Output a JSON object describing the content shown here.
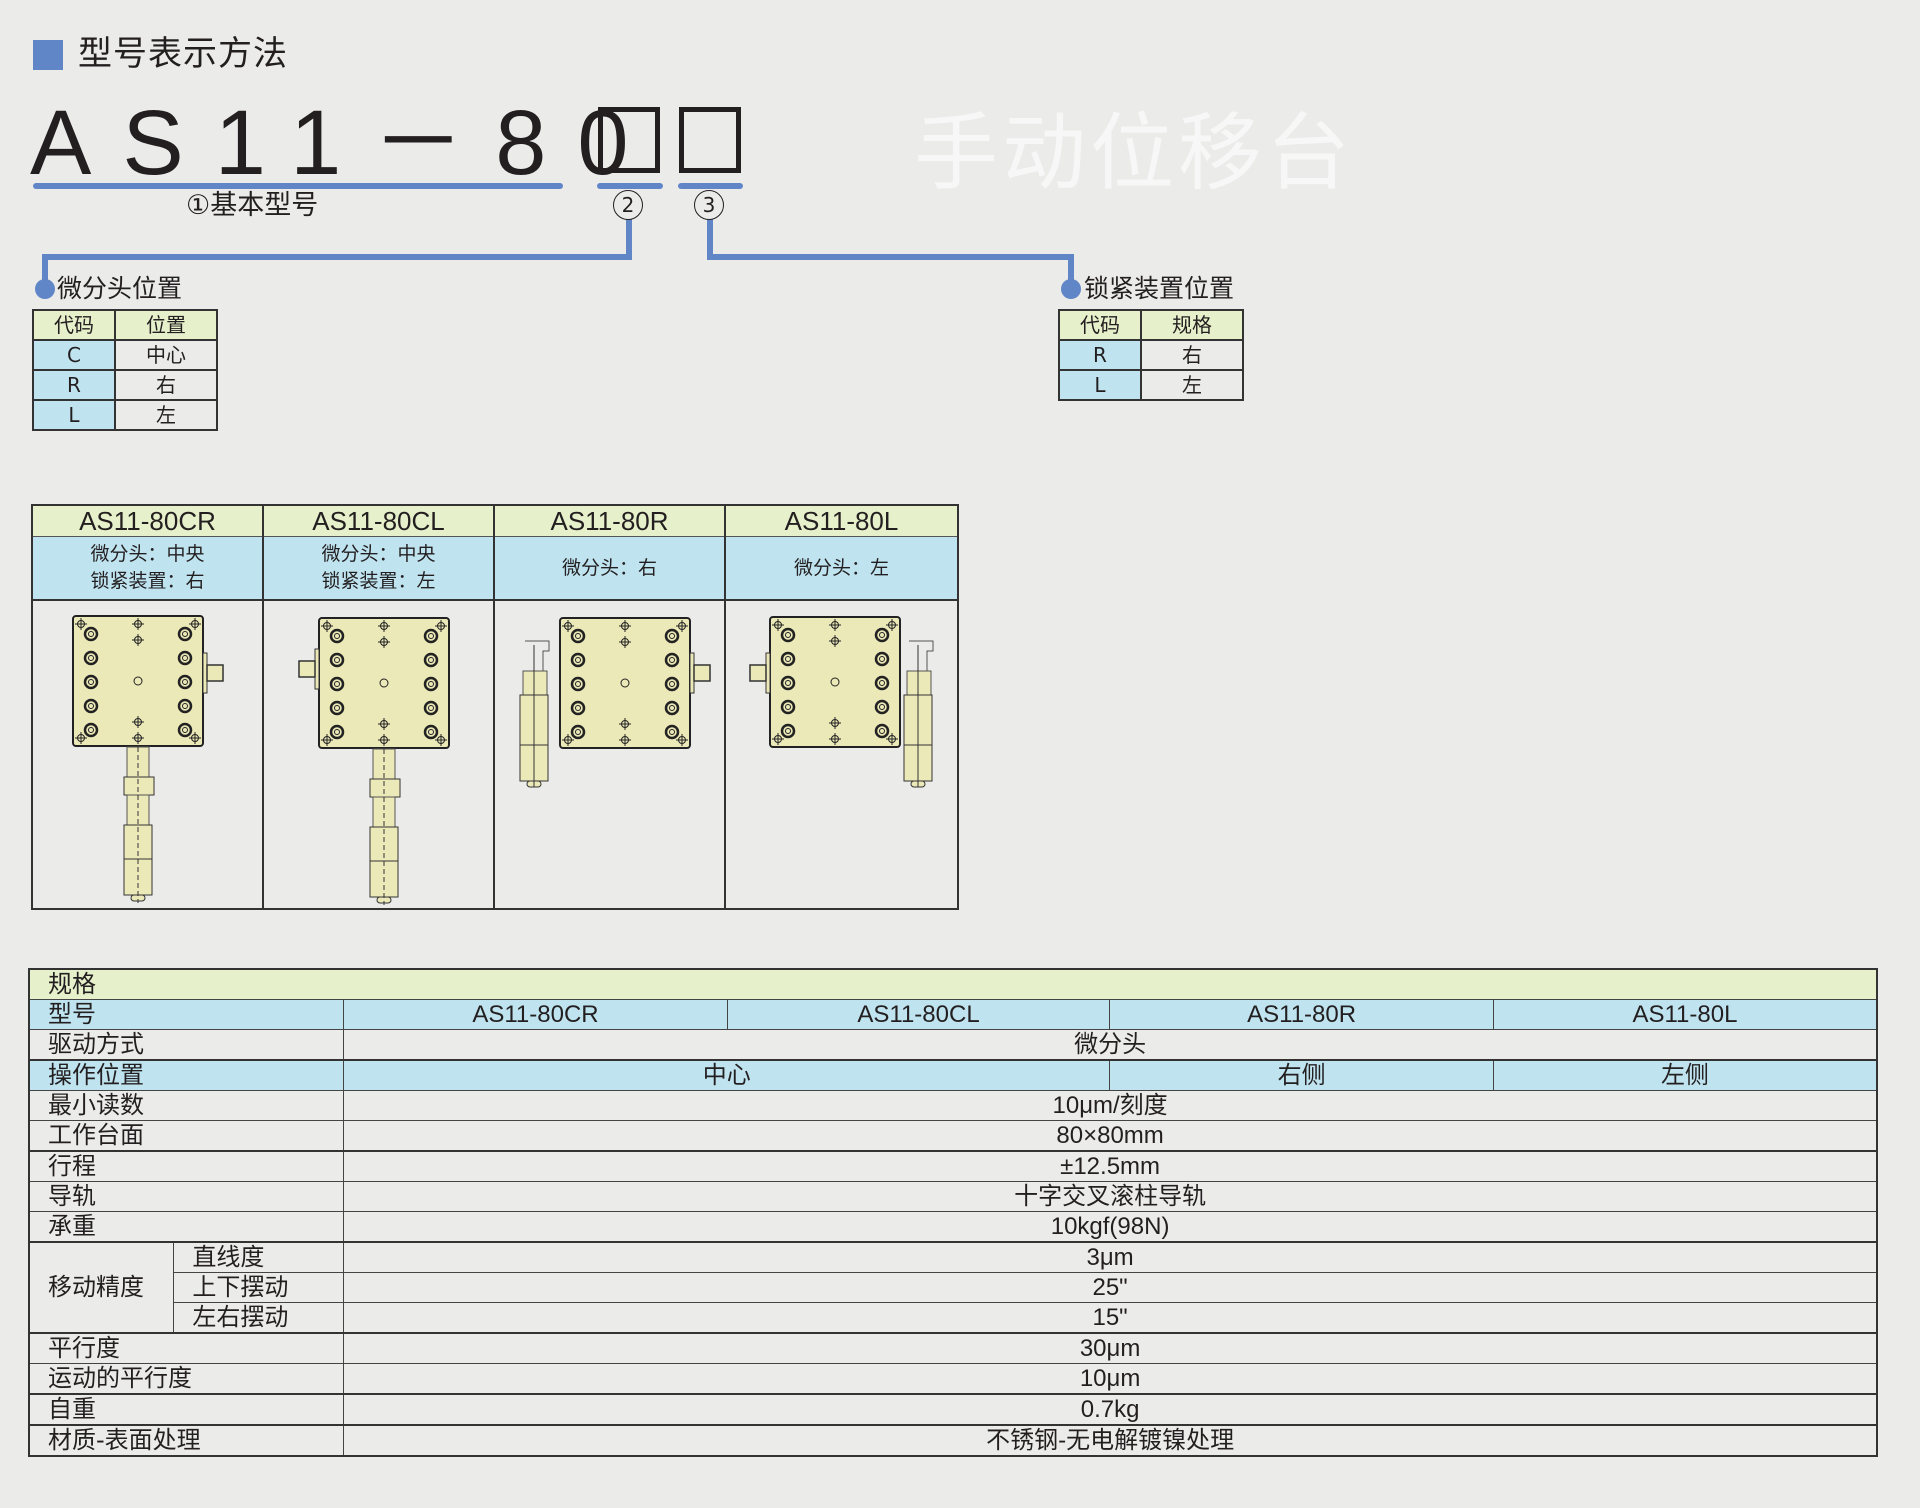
{
  "section_title": "型号表示方法",
  "model_code": {
    "base": "AS11－80",
    "basic_label": "①基本型号",
    "marker_2": "2",
    "marker_3": "3"
  },
  "watermark": "手动位移台",
  "micrometer_position": {
    "title": "微分头位置",
    "headers": [
      "代码",
      "位置"
    ],
    "rows": [
      {
        "code": "C",
        "value": "中心"
      },
      {
        "code": "R",
        "value": "右"
      },
      {
        "code": "L",
        "value": "左"
      }
    ]
  },
  "lock_position": {
    "title": "锁紧装置位置",
    "headers": [
      "代码",
      "规格"
    ],
    "rows": [
      {
        "code": "R",
        "value": "右"
      },
      {
        "code": "L",
        "value": "左"
      }
    ]
  },
  "variants": [
    {
      "name": "AS11-80CR",
      "line1": "微分头：中央",
      "line2": "锁紧装置：右",
      "micrometer": "center",
      "lock": "right"
    },
    {
      "name": "AS11-80CL",
      "line1": "微分头：中央",
      "line2": "锁紧装置：左",
      "micrometer": "center",
      "lock": "left"
    },
    {
      "name": "AS11-80R",
      "line1": "微分头：右",
      "line2": "",
      "micrometer": "left-drawn",
      "lock": "right"
    },
    {
      "name": "AS11-80L",
      "line1": "微分头：左",
      "line2": "",
      "micrometer": "right-drawn",
      "lock": "left"
    }
  ],
  "spec": {
    "title": "规格",
    "model_label": "型号",
    "models": [
      "AS11-80CR",
      "AS11-80CL",
      "AS11-80R",
      "AS11-80L"
    ],
    "drive_label": "驱动方式",
    "drive_value": "微分头",
    "op_label": "操作位置",
    "op_values": [
      "中心",
      "右侧",
      "左侧"
    ],
    "rows_a": [
      {
        "label": "最小读数",
        "value": "10μm/刻度"
      },
      {
        "label": "工作台面",
        "value": "80×80mm"
      },
      {
        "label": "行程",
        "value": "±12.5mm"
      },
      {
        "label": "导轨",
        "value": "十字交叉滚柱导轨"
      },
      {
        "label": "承重",
        "value": "10kgf(98N)"
      }
    ],
    "accuracy_label": "移动精度",
    "accuracy_rows": [
      {
        "label": "直线度",
        "value": "3μm"
      },
      {
        "label": "上下摆动",
        "value": "25\""
      },
      {
        "label": "左右摆动",
        "value": "15\""
      }
    ],
    "rows_b": [
      {
        "label": "平行度",
        "value": "30μm"
      },
      {
        "label": "运动的平行度",
        "value": "10μm"
      },
      {
        "label": "自重",
        "value": "0.7kg"
      },
      {
        "label": "材质-表面处理",
        "value": "不锈钢-无电解镀镍处理"
      }
    ]
  },
  "colors": {
    "accent": "#6186c8",
    "header_green": "#e6f0ca",
    "header_blue": "#bfe4f0",
    "part_fill": "#ece9b8",
    "background": "#ebebea"
  }
}
